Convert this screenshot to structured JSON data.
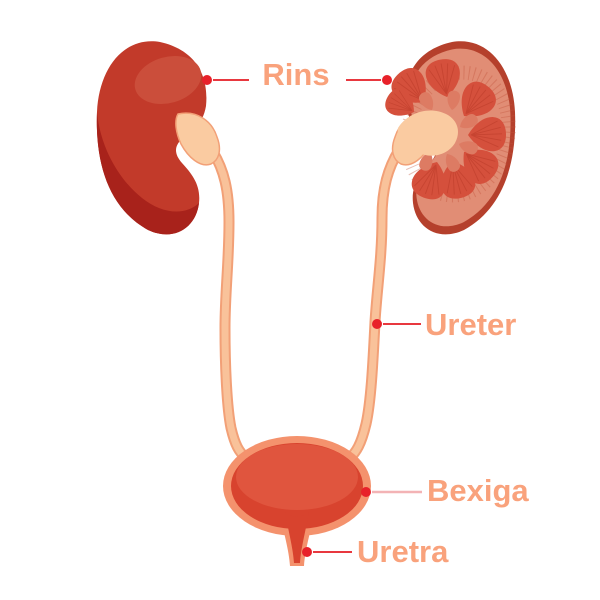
{
  "labels": [
    {
      "id": "rins",
      "text": "Rins"
    },
    {
      "id": "ureter",
      "text": "Ureter"
    },
    {
      "id": "bexiga",
      "text": "Bexiga"
    },
    {
      "id": "uretra",
      "text": "Uretra"
    }
  ],
  "colors": {
    "background": "#FFFFFF",
    "label_text": "#F9A27C",
    "leader_dot": "#E8212A",
    "leader_line": "#E8383F",
    "leader_line_light": "#F3B3B5",
    "kidney_body": "#C23A2A",
    "kidney_shadow": "#A8221B",
    "kidney_highlight": "#CB4E3B",
    "kidney_section_rim": "#B5402C",
    "kidney_cortex": "#E18D75",
    "kidney_pyramid": "#D5503C",
    "kidney_calyx": "#DD7B63",
    "renal_pelvis": "#FACBA1",
    "ureter_fill": "#F9C29A",
    "ureter_edge": "#F2A077",
    "bladder_wall": "#F4926D",
    "bladder_body": "#D8432E",
    "bladder_highlight": "#E0553E"
  }
}
